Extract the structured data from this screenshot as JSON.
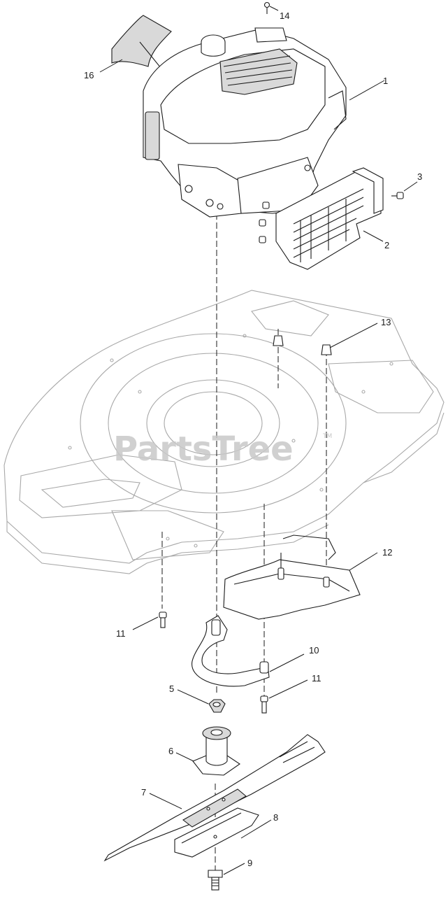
{
  "watermark": {
    "text": "PartsTree",
    "trademark": "TM"
  },
  "callouts": {
    "c1": "1",
    "c2": "2",
    "c3": "3",
    "c5": "5",
    "c6": "6",
    "c7": "7",
    "c8": "8",
    "c9": "9",
    "c10": "10",
    "c11a": "11",
    "c11b": "11",
    "c12": "12",
    "c13": "13",
    "c14": "14",
    "c16": "16"
  }
}
